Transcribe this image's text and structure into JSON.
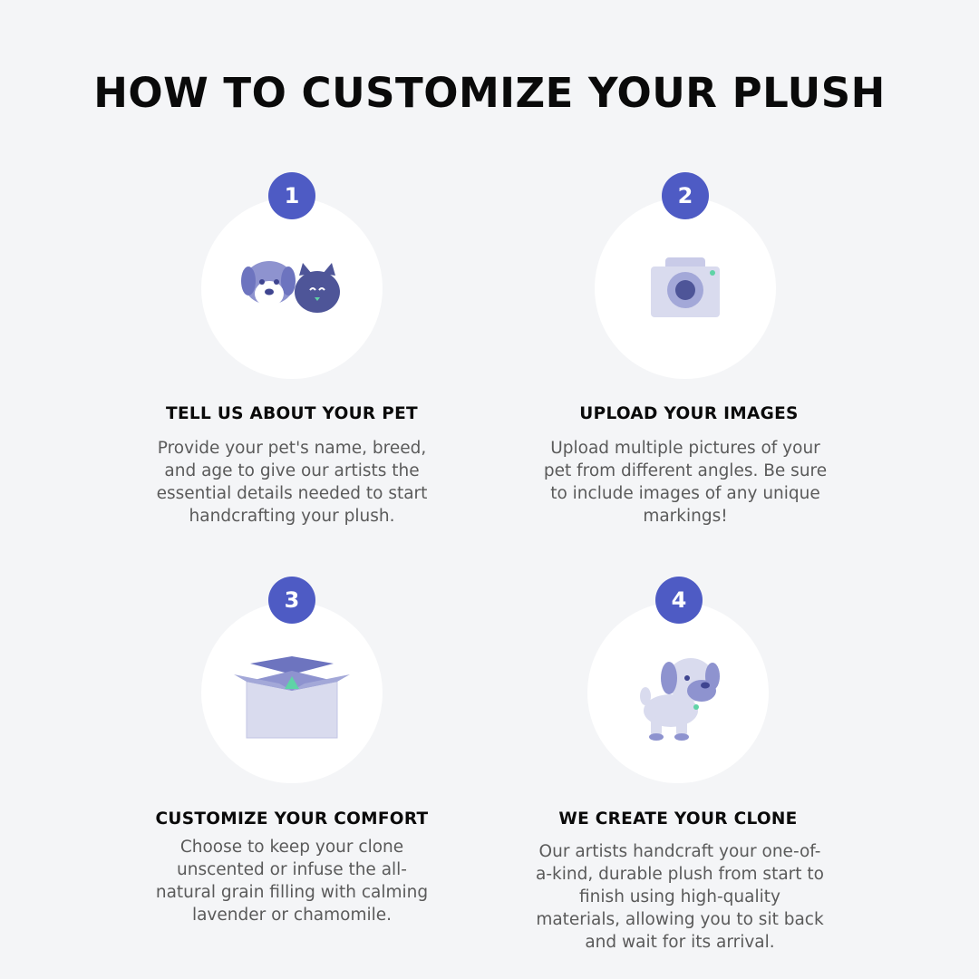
{
  "page": {
    "title": "HOW TO CUSTOMIZE YOUR PLUSH"
  },
  "colors": {
    "accent": "#4e5bc4",
    "icon_primary": "#6d74bf",
    "icon_light": "#c9cbe8",
    "icon_mint": "#5fd3a6",
    "background": "#f4f5f7"
  },
  "steps": [
    {
      "number": "1",
      "icon": "dog-and-cat-icon",
      "heading": "TELL US ABOUT YOUR PET",
      "body": "Provide your pet's name, breed, and age to give our artists the essential details needed to start handcrafting your plush."
    },
    {
      "number": "2",
      "icon": "camera-icon",
      "heading": "UPLOAD YOUR IMAGES",
      "body": "Upload multiple pictures of your pet from different angles. Be sure to include images of any unique markings!"
    },
    {
      "number": "3",
      "icon": "open-box-icon",
      "heading": "CUSTOMIZE YOUR COMFORT",
      "body": "Choose to keep your clone unscented or infuse the all-natural grain filling with calming lavender or chamomile."
    },
    {
      "number": "4",
      "icon": "puppy-plush-icon",
      "heading": "WE CREATE YOUR CLONE",
      "body": "Our artists handcraft your one-of-a-kind, durable plush from start to finish using high-quality materials, allowing you to sit back and wait for its arrival."
    }
  ]
}
